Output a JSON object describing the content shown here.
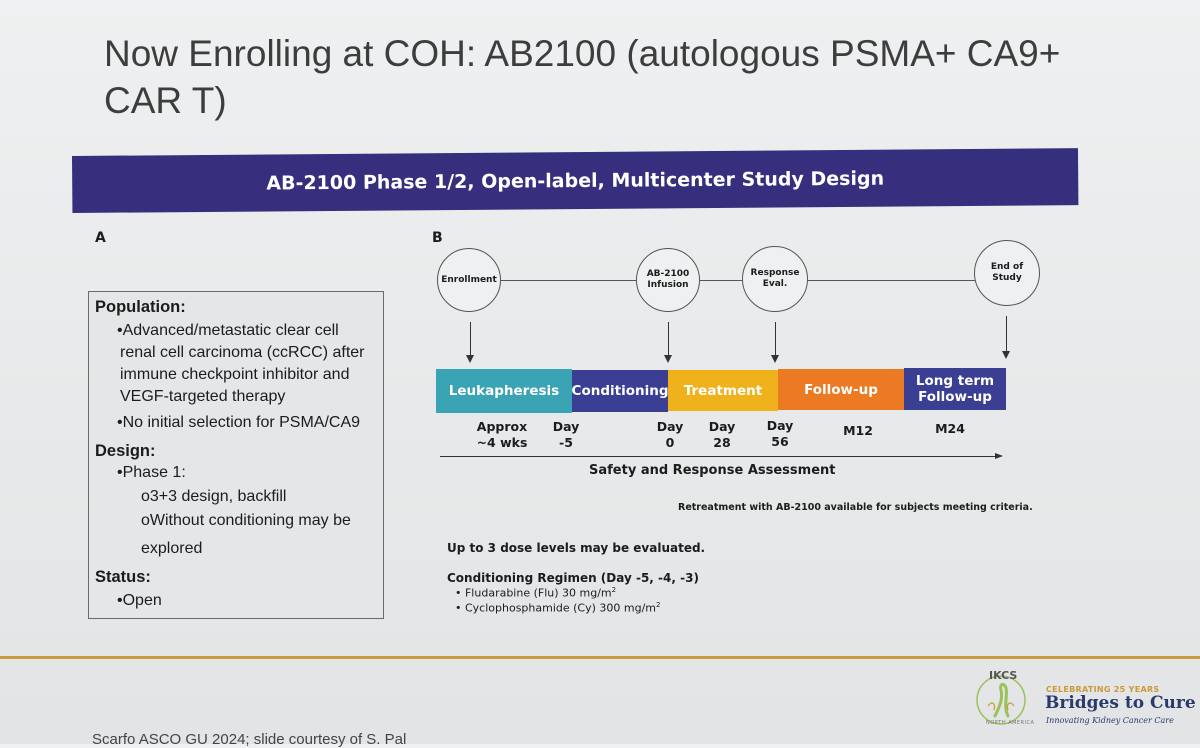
{
  "slide": {
    "title": "Now Enrolling at COH: AB2100 (autologous PSMA+ CA9+ CAR T)",
    "banner": "AB-2100 Phase 1/2, Open-label, Multicenter Study Design",
    "panel_a_letter": "A",
    "panel_b_letter": "B"
  },
  "panel_a": {
    "population_heading": "Population:",
    "pop_bullet1_lines": [
      "•Advanced/metastatic clear cell",
      "renal cell carcinoma (ccRCC) after",
      "immune checkpoint inhibitor and",
      "VEGF-targeted therapy"
    ],
    "pop_bullet2": "•No initial selection for PSMA/CA9",
    "design_heading": "Design:",
    "design_phase": "•Phase 1:",
    "design_sub1": "o3+3 design, backfill",
    "design_sub2_lines": [
      "oWithout conditioning may be",
      "explored"
    ],
    "status_heading": "Status:",
    "status_value": "•Open"
  },
  "timeline": {
    "milestones": [
      {
        "line1": "Enrollment",
        "line2": ""
      },
      {
        "line1": "AB-2100",
        "line2": "Infusion"
      },
      {
        "line1": "Response",
        "line2": "Eval."
      },
      {
        "line1": "End of",
        "line2": "Study"
      }
    ],
    "phases": [
      {
        "label1": "Leukapheresis",
        "label2": "",
        "color": "#3aa3b4"
      },
      {
        "label1": "Conditioning",
        "label2": "",
        "color": "#3b3f93"
      },
      {
        "label1": "Treatment",
        "label2": "",
        "color": "#f0b21c"
      },
      {
        "label1": "Follow-up",
        "label2": "",
        "color": "#ec7a22"
      },
      {
        "label1": "Long term",
        "label2": "Follow-up",
        "color": "#3b3f93"
      }
    ],
    "time_labels": [
      {
        "line1": "Approx",
        "line2": "~4 wks"
      },
      {
        "line1": "Day",
        "line2": "-5"
      },
      {
        "line1": "Day",
        "line2": "0"
      },
      {
        "line1": "Day",
        "line2": "28"
      },
      {
        "line1": "Day",
        "line2": "56"
      },
      {
        "line1": "M12",
        "line2": ""
      },
      {
        "line1": "M24",
        "line2": ""
      }
    ],
    "axis_label": "Safety and Response Assessment",
    "retreatment_note": "Retreatment with AB-2100 available for subjects meeting criteria."
  },
  "notes": {
    "dose_levels": "Up to 3 dose levels may be evaluated.",
    "conditioning_heading": "Conditioning Regimen (Day -5, -4, -3)",
    "flu_text": "• Fludarabine (Flu) 30 mg/m",
    "flu_sup": "2",
    "cy_text": "• Cyclophosphamide (Cy) 300 mg/m",
    "cy_sup": "2"
  },
  "footer": {
    "citation": "Scarfo ASCO GU 2024; slide courtesy of S. Pal",
    "logo_acronym": "IKCS",
    "logo_ring_text": "NORTH AMERICA",
    "celebrating": "CELEBRATING 25 YEARS",
    "brand_name": "Bridges to Cure",
    "tagline": "Innovating Kidney Cancer Care"
  },
  "colors": {
    "banner": "#352f7d",
    "footer_line": "#c99a3a",
    "brand_navy": "#2a3a6a",
    "logo_green": "#9bc25a"
  }
}
